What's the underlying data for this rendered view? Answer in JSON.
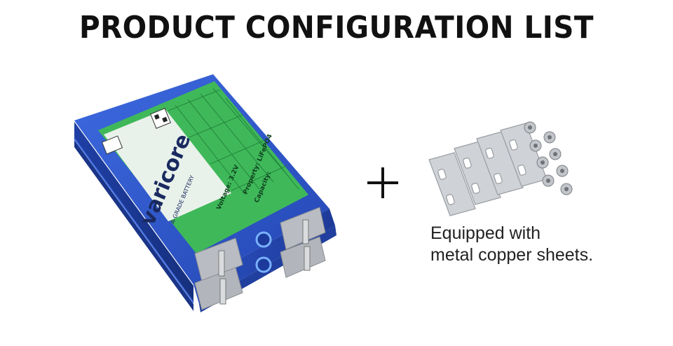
{
  "title": "PRODUCT CONFIGURATION LIST",
  "battery": {
    "brand": "varicore",
    "grade_label": "A-GRADE BATTERY",
    "label_title": "Property: LiFePO4",
    "voltage": "Voltage: 3.2V",
    "capacity": "Capacity:"
  },
  "plus_symbol": "+",
  "accessories": {
    "caption_line1": "Equipped with",
    "caption_line2": "metal copper sheets."
  },
  "colors": {
    "battery_blue": "#2c54c8",
    "label_green": "#2fa84a",
    "steel": "#c9ccd1"
  }
}
